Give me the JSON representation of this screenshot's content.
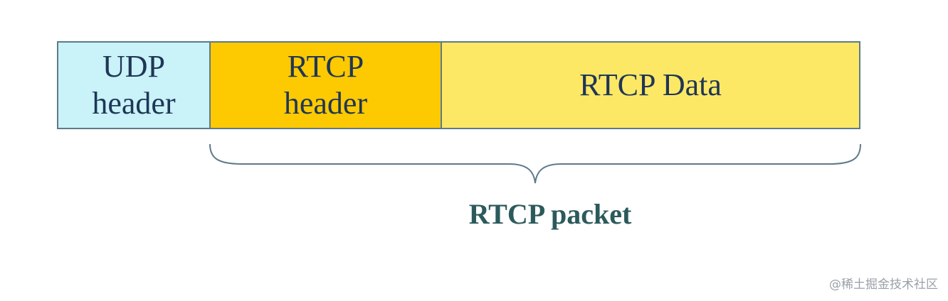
{
  "diagram": {
    "fields": [
      {
        "label_line1": "UDP",
        "label_line2": "header",
        "color": "#c9f2f9"
      },
      {
        "label_line1": "RTCP",
        "label_line2": "header",
        "color": "#fdc900"
      },
      {
        "label_line1": "RTCP Data",
        "label_line2": "",
        "color": "#fde866"
      }
    ],
    "brace_label": "RTCP packet",
    "border_color": "#5d7a8a",
    "text_color": "#1f3655",
    "brace_label_color": "#2c5a5c"
  },
  "watermark": "@稀土掘金技术社区"
}
